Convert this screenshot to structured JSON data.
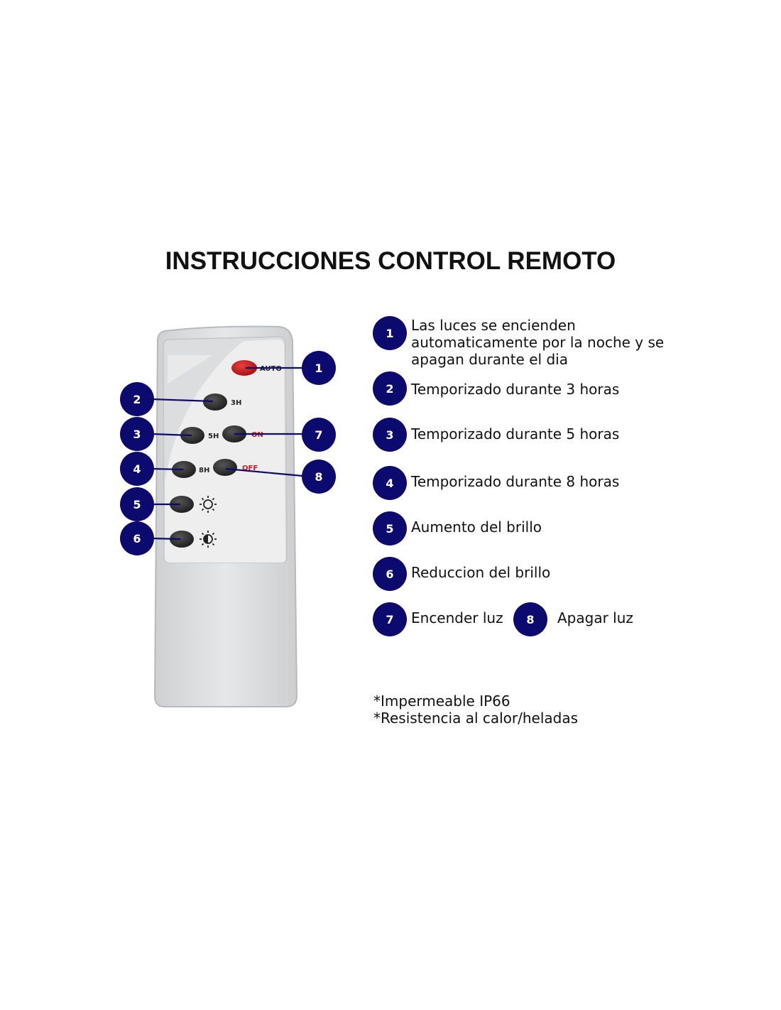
{
  "title": "INSTRUCCIONES CONTROL REMOTO",
  "remote": {
    "buttons": {
      "auto": "AUTO",
      "h3": "3H",
      "h5": "5H",
      "h8": "8H",
      "on": "ON",
      "off": "OFF"
    },
    "callouts": [
      "1",
      "2",
      "3",
      "4",
      "5",
      "6",
      "7",
      "8"
    ]
  },
  "legend": [
    {
      "number": "1",
      "lines": [
        "Las luces se encienden",
        "automaticamente por la noche y se",
        "apagan durante el dia"
      ]
    },
    {
      "number": "2",
      "text": "Temporizado durante 3 horas"
    },
    {
      "number": "3",
      "text": "Temporizado durante 5 horas"
    },
    {
      "number": "4",
      "text": "Temporizado durante 8 horas"
    },
    {
      "number": "5",
      "text": "Aumento del brillo"
    },
    {
      "number": "6",
      "text": "Reduccion del brillo"
    },
    {
      "number": "7",
      "text": "Encender luz"
    },
    {
      "number": "8",
      "text": "Apagar luz"
    }
  ],
  "notes": [
    "*Impermeable IP66",
    "*Resistencia al calor/heladas"
  ],
  "colors": {
    "badge": "#0c0a6e",
    "auto_button": "#c21515",
    "button": "#2b2b2b",
    "remote_body": "#e3e4e5"
  },
  "icons": {
    "brightness_up": "sun-outline-icon",
    "brightness_down": "half-sun-icon"
  }
}
